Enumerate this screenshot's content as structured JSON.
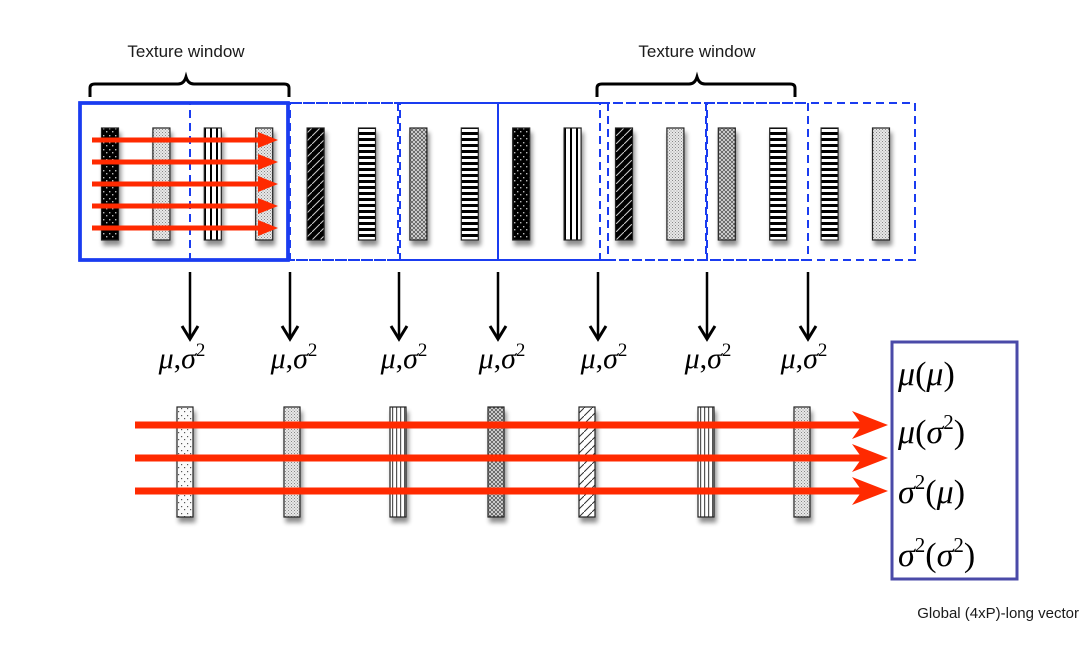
{
  "title_labels": {
    "left_window": "Texture window",
    "right_window": "Texture window"
  },
  "colors": {
    "window_border": "#1a3cf0",
    "red_arrow": "#ff2a00",
    "result_box_border": "#4a4aa8",
    "frame_bar_dark": "#000000",
    "frame_bar_light": "#e6e6e6"
  },
  "frames": {
    "count": 16,
    "patterns": [
      "dots-dark",
      "fine-light",
      "vstripes",
      "fine-light",
      "diag-dark",
      "hstripes",
      "cross",
      "hstripes",
      "dots-dark",
      "vstripes",
      "diag-dark",
      "fine-light",
      "cross",
      "hstripes",
      "hstripes",
      "fine-light"
    ]
  },
  "texture_windows": {
    "count": 7,
    "highlighted_index": 0
  },
  "window_stats": {
    "labels": [
      "μ,σ²",
      "μ,σ²",
      "μ,σ²",
      "μ,σ²",
      "μ,σ²",
      "μ,σ²",
      "μ,σ²"
    ],
    "mu": "μ",
    "sigma": "σ",
    "sup": "2",
    "comma": ","
  },
  "summary_frames": {
    "patterns": [
      "dots-light",
      "fine-light",
      "vstripes-light",
      "cross",
      "diag-light",
      "vstripes-light",
      "fine-light"
    ]
  },
  "global_vector": {
    "entries": [
      {
        "id": "mean-of-mean",
        "outer": "μ",
        "outer_sup": "",
        "inner": "μ",
        "inner_sup": ""
      },
      {
        "id": "mean-of-variance",
        "outer": "μ",
        "outer_sup": "",
        "inner": "σ",
        "inner_sup": "2"
      },
      {
        "id": "variance-of-mean",
        "outer": "σ",
        "outer_sup": "2",
        "inner": "μ",
        "inner_sup": ""
      },
      {
        "id": "variance-of-variance",
        "outer": "σ",
        "outer_sup": "2",
        "inner": "σ",
        "inner_sup": "2"
      }
    ],
    "caption": "Global (4xP)-long vector"
  }
}
